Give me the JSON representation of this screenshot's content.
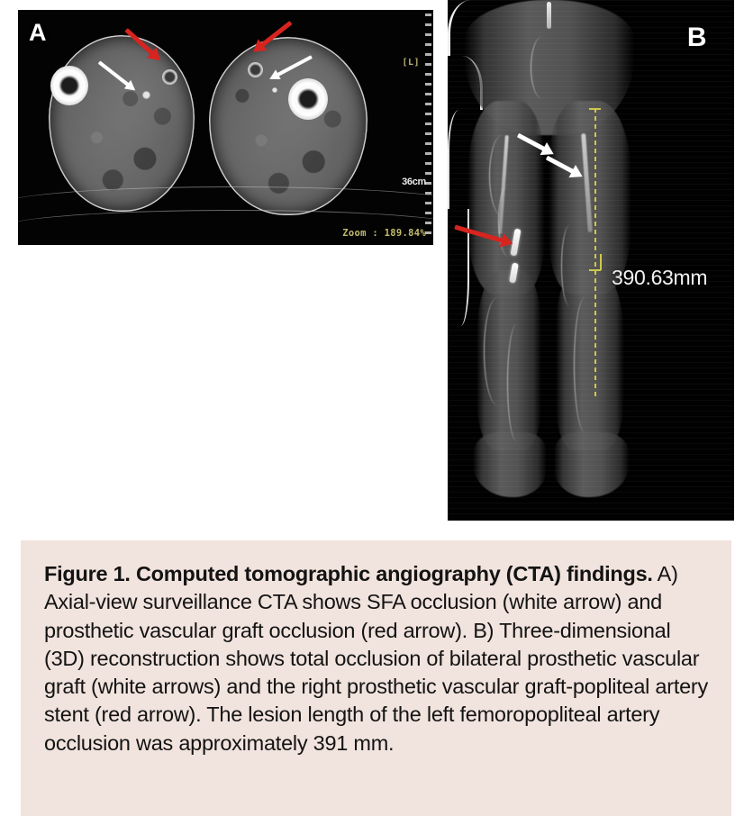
{
  "figure": {
    "panel_a": {
      "label": "A",
      "modality": "axial-view surveillance CTA of bilateral thighs",
      "overlays": {
        "orientation_marker": "[L]",
        "field_of_view": "36cm",
        "zoom_level": "Zoom : 189.84%"
      },
      "annotations": [
        {
          "name": "red-arrow-left-graft",
          "color": "#d8241f",
          "points_to": "prosthetic vascular graft occlusion"
        },
        {
          "name": "white-arrow-left-sfa",
          "color": "#ffffff",
          "points_to": "SFA occlusion"
        },
        {
          "name": "red-arrow-right-graft",
          "color": "#d8241f",
          "points_to": "prosthetic vascular graft occlusion"
        },
        {
          "name": "white-arrow-right-sfa",
          "color": "#ffffff",
          "points_to": "SFA occlusion"
        }
      ]
    },
    "panel_b": {
      "label": "B",
      "modality": "three-dimensional (3D) reconstruction of lower extremity CTA",
      "measurement": {
        "value": "390.63mm",
        "caliper_color": "#cfc84e"
      },
      "annotations": [
        {
          "name": "white-arrow-upper",
          "color": "#ffffff",
          "points_to": "occluded prosthetic vascular graft"
        },
        {
          "name": "white-arrow-lower",
          "color": "#ffffff",
          "points_to": "occluded prosthetic vascular graft"
        },
        {
          "name": "red-arrow-stent",
          "color": "#d8241f",
          "points_to": "prosthetic vascular graft-popliteal artery stent"
        }
      ]
    }
  },
  "caption": {
    "title": "Figure 1. Computed tomographic angiography (CTA) findings.",
    "body": " A) Axial-view surveillance CTA shows SFA occlusion (white arrow) and prosthetic vascular graft occlusion (red arrow). B) Three-dimensional (3D) reconstruction shows total occlusion of bilateral prosthetic vascular graft (white arrows) and the right prosthetic vascular graft-popliteal artery stent (red arrow). The lesion length of the left femoropopliteal artery occlusion was approximately 391 mm.",
    "background_color": "#f1e3dd"
  }
}
